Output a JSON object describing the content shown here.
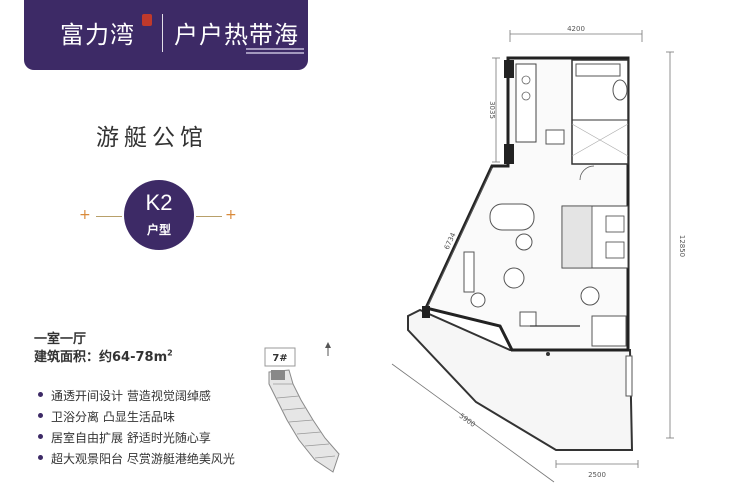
{
  "brand": {
    "logo_text": "富力湾",
    "slogan": "户户热带海"
  },
  "title": "游艇公馆",
  "unit": {
    "code": "K2",
    "type_label": "户型"
  },
  "layout_type": "一室一厅",
  "area": {
    "label_prefix": "建筑面积：约64-78m",
    "superscript": "2"
  },
  "features": [
    "通透开间设计 营造视觉阔绰感",
    "卫浴分离 凸显生活品味",
    "居室自由扩展 舒适时光随心享",
    "超大观景阳台 尽赏游艇港绝美风光"
  ],
  "keyplan": {
    "building_label": "7#"
  },
  "floorplan": {
    "dimensions": {
      "top": "4200",
      "right": "12850",
      "inner_left": "3035",
      "diagonal": "6734",
      "bottom_diag": "5900",
      "bottom": "2500"
    }
  },
  "colors": {
    "brand_purple": "#3d2a66",
    "accent_orange": "#d98a3a",
    "accent_gold": "#b8a06a"
  }
}
